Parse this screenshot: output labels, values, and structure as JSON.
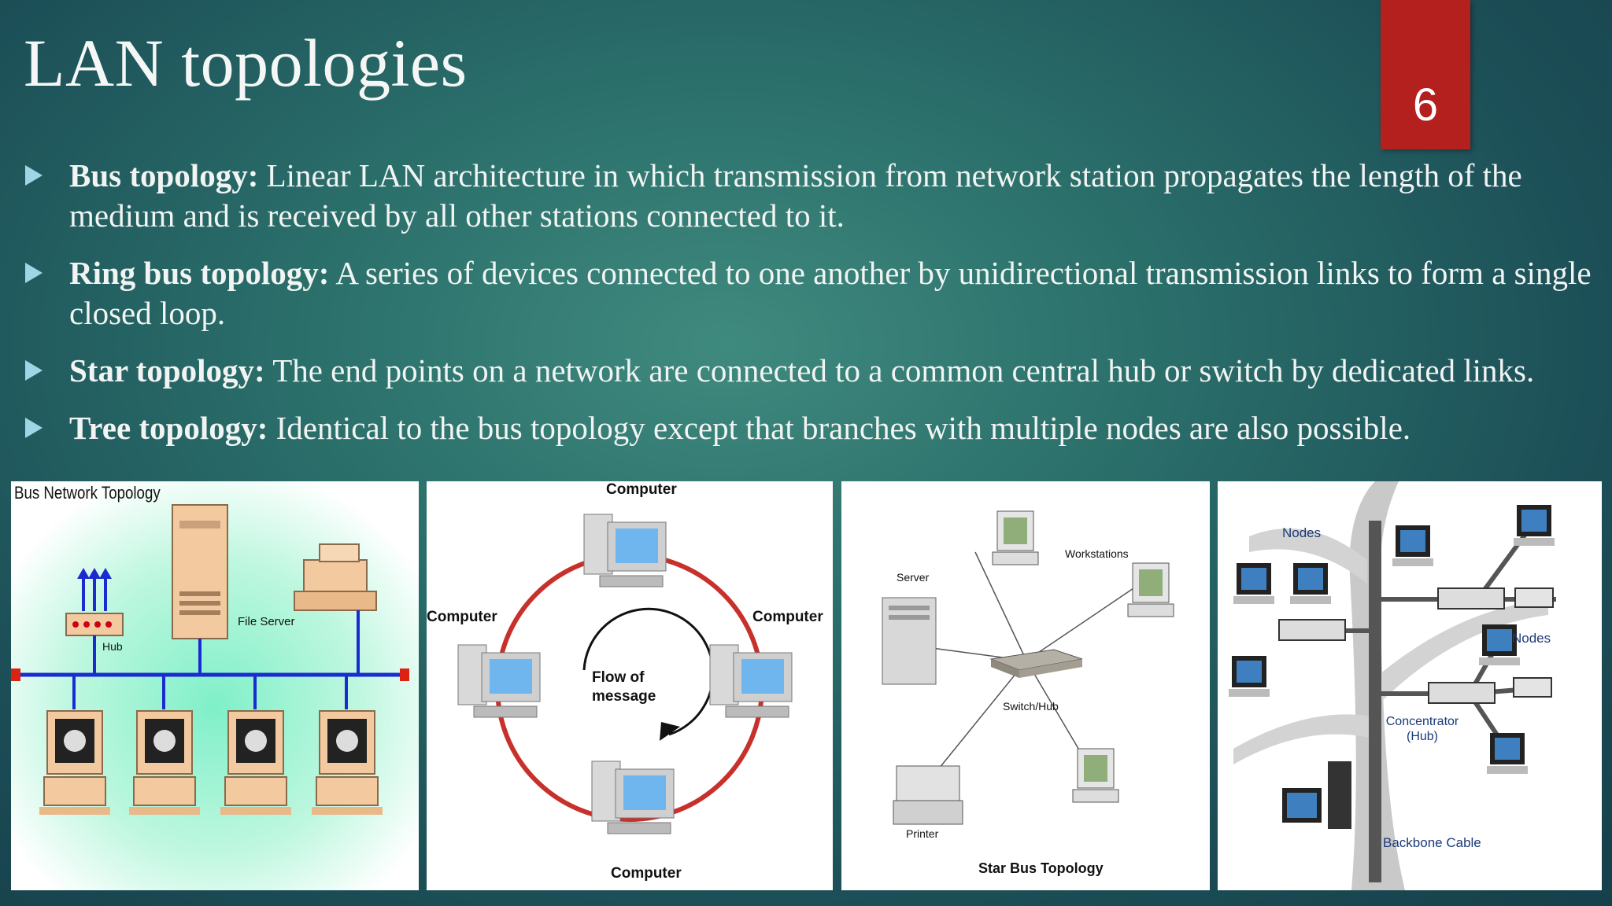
{
  "slide": {
    "title": "LAN topologies",
    "page_number": "6"
  },
  "bullets": [
    {
      "term": "Bus topology:",
      "text": "Linear LAN architecture in which transmission from network station propagates the length of the medium and is received by all other stations connected to it."
    },
    {
      "term": "Ring bus topology:",
      "text": "A series of devices connected to one another by unidirectional transmission links to form a single closed loop."
    },
    {
      "term": "Star topology:",
      "text": "The end points on a network are connected to a common central hub or switch by dedicated links."
    },
    {
      "term": "Tree topology:",
      "text": "Identical to the bus topology except that branches with multiple nodes are also possible."
    }
  ],
  "diagrams": {
    "bus": {
      "title": "Bus Network Topology",
      "hub": "Hub",
      "file_server": "File Server"
    },
    "ring": {
      "computer_top": "Computer",
      "computer_left": "Computer",
      "computer_right": "Computer",
      "computer_bottom": "Computer",
      "flow": "Flow of message"
    },
    "star": {
      "server": "Server",
      "workstations": "Workstations",
      "switch": "Switch/Hub",
      "printer": "Printer",
      "title": "Star Bus Topology"
    },
    "tree": {
      "nodes_left": "Nodes",
      "nodes_right": "Nodes",
      "concentrator": "Concentrator (Hub)",
      "backbone": "Backbone Cable"
    }
  },
  "colors": {
    "badge": "#b3201e",
    "arrow": "#9fd6e6",
    "ring": "#c8302c"
  }
}
